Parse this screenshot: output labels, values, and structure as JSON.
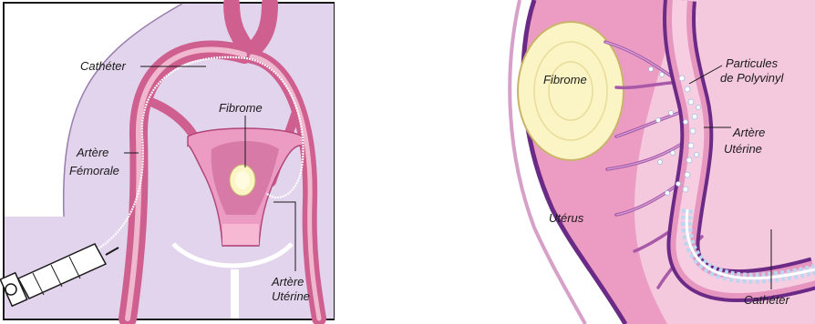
{
  "left_diagram": {
    "labels": {
      "catheter": "Cathéter",
      "femoral_artery_line1": "Artère",
      "femoral_artery_line2": "Fémorale",
      "fibroid": "Fibrome",
      "uterine_artery_line1": "Artère",
      "uterine_artery_line2": "Utérine"
    }
  },
  "right_diagram": {
    "labels": {
      "fibroid": "Fibrome",
      "particles_line1": "Particules",
      "particles_line2": "de Polyvinyl",
      "uterine_artery_line1": "Artère",
      "uterine_artery_line2": "Utérine",
      "uterus": "Utérus",
      "catheter": "Cathéter"
    }
  },
  "colors": {
    "body_fill": "#e2d4ec",
    "vessel": "#cf5f8f",
    "vessel_light": "#f0b8cf",
    "uterus_pink": "#ec9cc3",
    "uterus_light": "#f4c8dd",
    "fibroid_fill": "#fbf4c4",
    "outline": "#6b2a86",
    "particles": "#bcd6f0"
  }
}
